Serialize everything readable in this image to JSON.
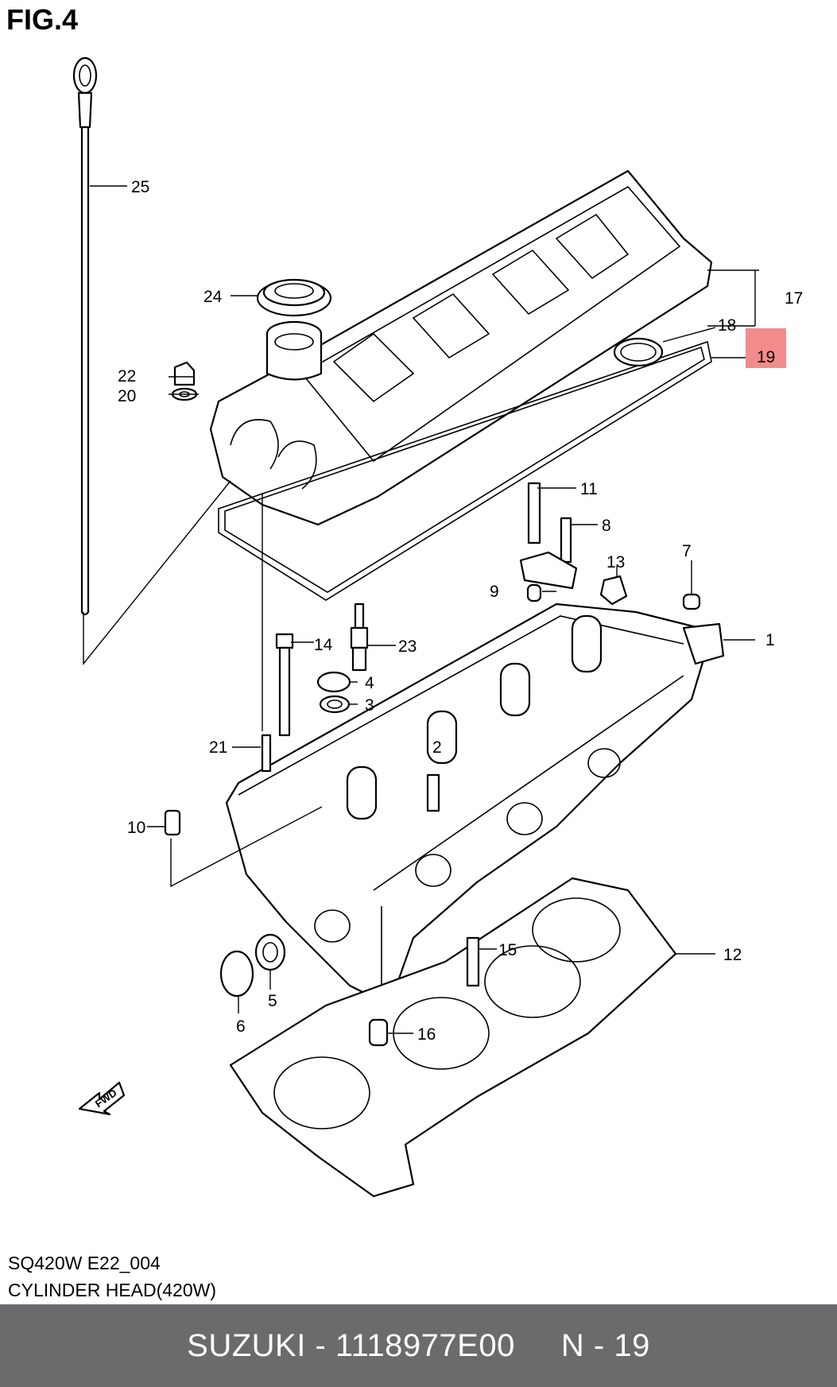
{
  "figure": {
    "title": "FIG.4"
  },
  "callouts": [
    {
      "id": "n1",
      "text": "1"
    },
    {
      "id": "n2",
      "text": "2"
    },
    {
      "id": "n3",
      "text": "3"
    },
    {
      "id": "n4",
      "text": "4"
    },
    {
      "id": "n5",
      "text": "5"
    },
    {
      "id": "n6",
      "text": "6"
    },
    {
      "id": "n7",
      "text": "7"
    },
    {
      "id": "n8",
      "text": "8"
    },
    {
      "id": "n9",
      "text": "9"
    },
    {
      "id": "n10",
      "text": "10"
    },
    {
      "id": "n11",
      "text": "11"
    },
    {
      "id": "n12",
      "text": "12"
    },
    {
      "id": "n13",
      "text": "13"
    },
    {
      "id": "n14",
      "text": "14"
    },
    {
      "id": "n15",
      "text": "15"
    },
    {
      "id": "n16",
      "text": "16"
    },
    {
      "id": "n17",
      "text": "17"
    },
    {
      "id": "n18",
      "text": "18"
    },
    {
      "id": "n19",
      "text": "19",
      "highlight": "#f28c8c"
    },
    {
      "id": "n20",
      "text": "20"
    },
    {
      "id": "n21",
      "text": "21"
    },
    {
      "id": "n22",
      "text": "22"
    },
    {
      "id": "n23",
      "text": "23"
    },
    {
      "id": "n24",
      "text": "24"
    },
    {
      "id": "n25",
      "text": "25"
    }
  ],
  "fwd_label": "FWD",
  "caption": {
    "code": "SQ420W E22_004",
    "name": "CYLINDER HEAD(420W)"
  },
  "footer": {
    "text": "SUZUKI - 1118977E00     N - 19",
    "background": "#6b6b6d"
  },
  "colors": {
    "line": "#000000",
    "highlight": "#f28c8c"
  }
}
